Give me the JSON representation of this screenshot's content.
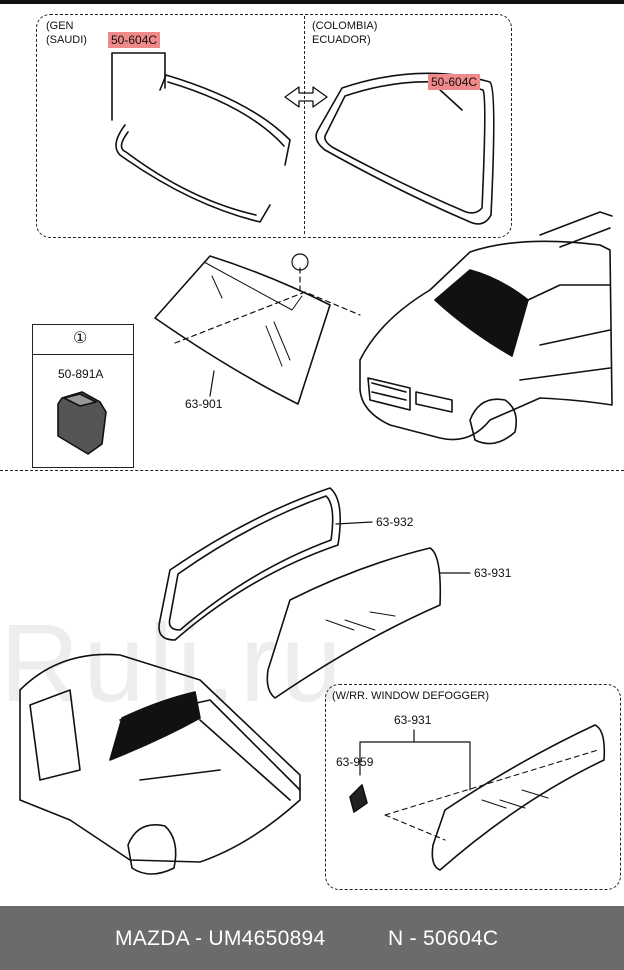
{
  "top_left": {
    "region_line1": "(GEN",
    "region_line2": "(SAUDI)",
    "part": "50-604C"
  },
  "top_right": {
    "region_line1": "(COLOMBIA)",
    "region_line2": "ECUADOR)",
    "part": "50-604C"
  },
  "callout": {
    "number": "①",
    "part": "50-891A"
  },
  "windshield_part": "63-901",
  "rear_frame_part": "63-932",
  "rear_glass_part": "63-931",
  "defogger_box": {
    "title": "(W/RR. WINDOW DEFOGGER)",
    "glass_part": "63-931",
    "sub_part": "63-959"
  },
  "watermark": "Ruli.ru",
  "footer": {
    "left": "MAZDA - UM4650894",
    "right": "N - 50604C"
  }
}
